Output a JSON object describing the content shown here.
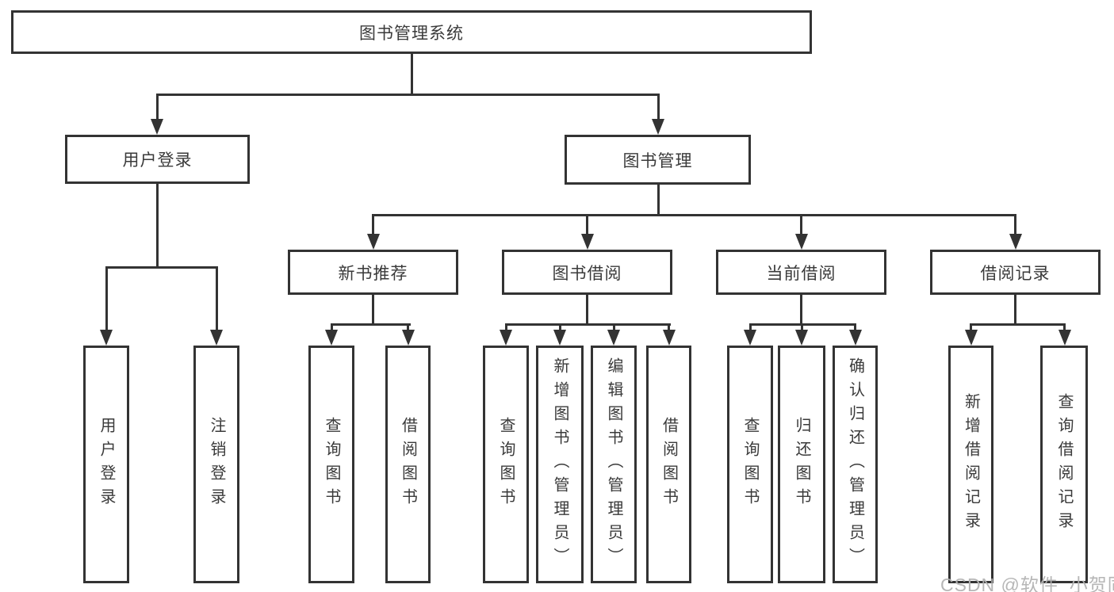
{
  "diagram_type": "functional-structure-tree",
  "tree": {
    "label": "图书管理系统",
    "children": [
      {
        "label": "用户登录",
        "children": [
          {
            "label": "用户登录"
          },
          {
            "label": "注销登录"
          }
        ]
      },
      {
        "label": "图书管理",
        "children": [
          {
            "label": "新书推荐",
            "children": [
              {
                "label": "查询图书"
              },
              {
                "label": "借阅图书"
              }
            ]
          },
          {
            "label": "图书借阅",
            "children": [
              {
                "label": "查询图书"
              },
              {
                "label": "新增图书（管理员）"
              },
              {
                "label": "编辑图书（管理员）"
              },
              {
                "label": "借阅图书"
              }
            ]
          },
          {
            "label": "当前借阅",
            "children": [
              {
                "label": "查询图书"
              },
              {
                "label": "归还图书"
              },
              {
                "label": "确认归还（管理员）"
              }
            ]
          },
          {
            "label": "借阅记录",
            "children": [
              {
                "label": "新增借阅记录"
              },
              {
                "label": "查询借阅记录"
              }
            ]
          }
        ]
      }
    ]
  },
  "watermark": {
    "text": "CSDN @软件_小贺同学"
  },
  "colors": {
    "line": "#333333",
    "text": "#3a3a3a",
    "background": "#ffffff",
    "watermark": "#b2b2b2"
  }
}
